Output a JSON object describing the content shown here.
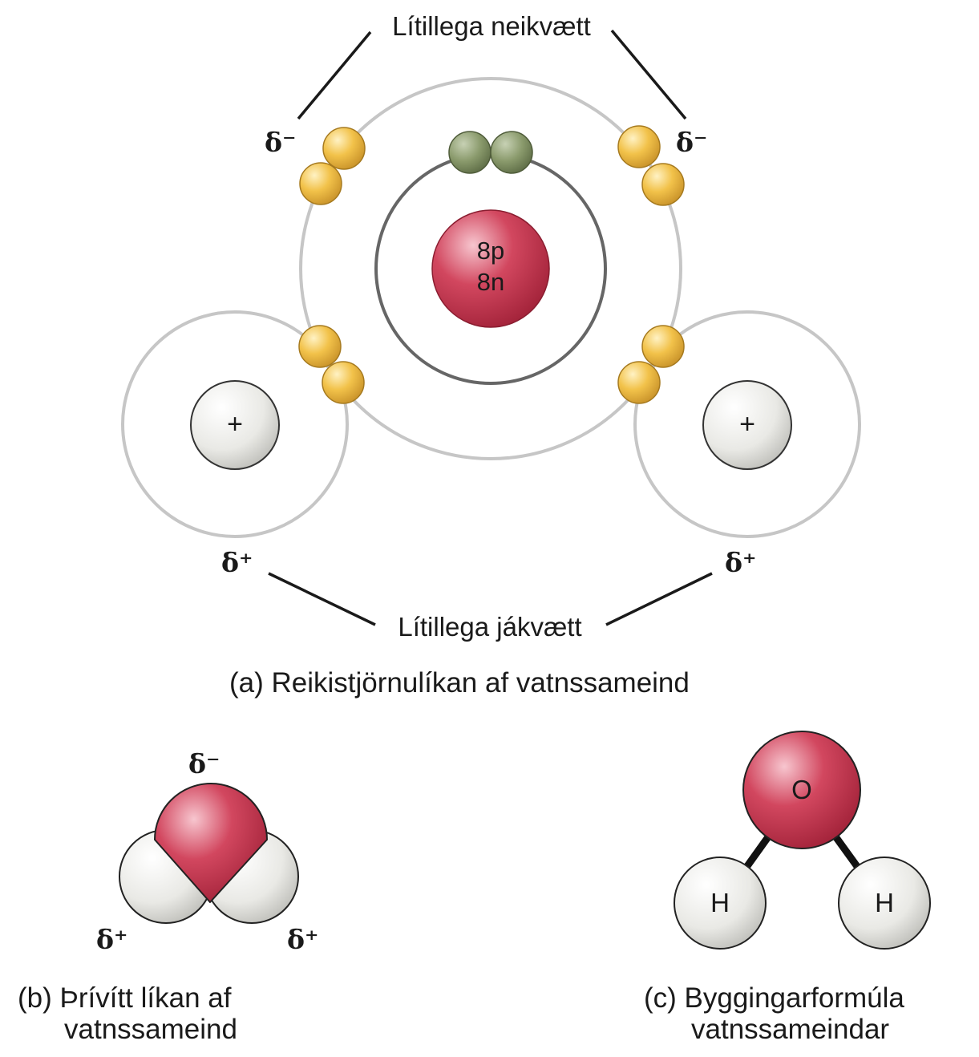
{
  "panel_a": {
    "label_top": "Lítillega neikvætt",
    "label_bottom": "Lítillega jákvætt",
    "nucleus_line1": "8p",
    "nucleus_line2": "8n",
    "h_nucleus_symbol": "+",
    "delta_minus": "δ⁻",
    "delta_plus": "δ⁺",
    "caption": "(a) Reikistjörnulíkan af vatnssameind"
  },
  "panel_b": {
    "delta_minus": "δ⁻",
    "delta_plus": "δ⁺",
    "caption_line1": "(b) Þrívítt líkan af",
    "caption_line2": "vatnssameind"
  },
  "panel_c": {
    "oxygen_symbol": "O",
    "hydrogen_symbol": "H",
    "caption_line1": "(c) Byggingarformúla",
    "caption_line2": "vatnssameindar"
  },
  "colors": {
    "oxygen_red": "#d2475f",
    "electron_yellow": "#f2c24a",
    "electron_green": "#8a9a6c",
    "hydrogen_white": "#eeeeea",
    "shell_gray": "#c6c6c6",
    "inner_shell": "#666666"
  }
}
